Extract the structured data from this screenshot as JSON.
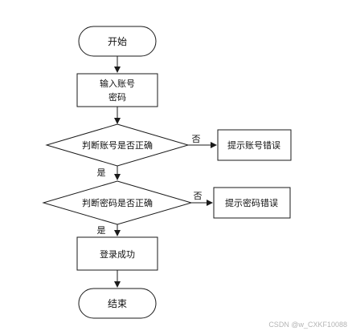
{
  "nodes": {
    "start": "开始",
    "input_line1": "输入账号",
    "input_line2": "密码",
    "check_account": "判断账号是否正确",
    "account_error": "提示账号错误",
    "check_password": "判断密码是否正确",
    "password_error": "提示密码错误",
    "login_success": "登录成功",
    "end": "结束"
  },
  "edge_labels": {
    "account_no": "否",
    "account_yes": "是",
    "password_no": "否",
    "password_yes": "是"
  },
  "watermark": "CSDN @w_CXKF10088"
}
